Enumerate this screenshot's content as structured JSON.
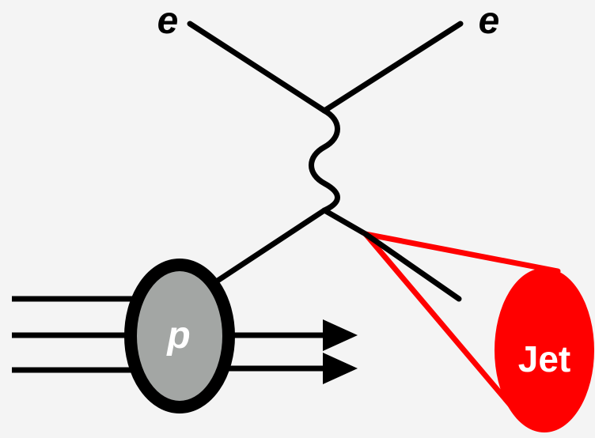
{
  "labels": {
    "electron_in": "e",
    "electron_out": "e",
    "proton": "p",
    "jet": "Jet"
  },
  "colors": {
    "background": "#f4f4f4",
    "line": "#000000",
    "proton_fill": "#a3a6a4",
    "jet": "#ff0000",
    "label_light": "#ffffff"
  }
}
